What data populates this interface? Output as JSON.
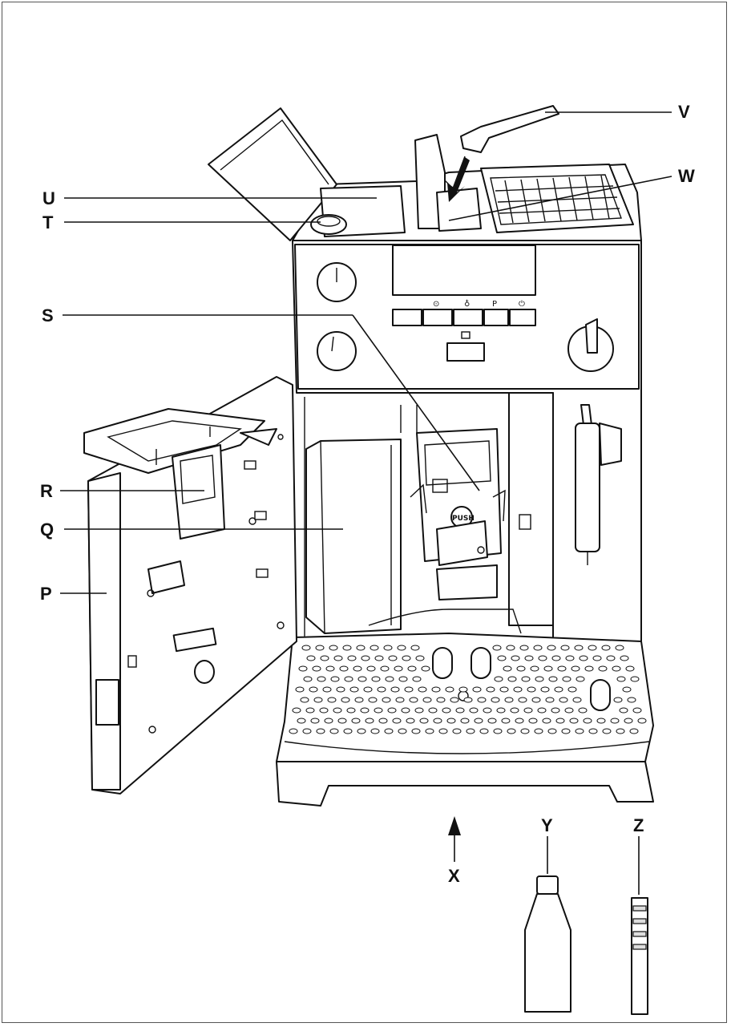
{
  "diagram": {
    "callouts": {
      "V": "V",
      "W": "W",
      "U": "U",
      "T": "T",
      "S": "S",
      "R": "R",
      "Q": "Q",
      "P": "P",
      "X": "X",
      "Y": "Y",
      "Z": "Z"
    },
    "labels": {
      "push": "PUSH",
      "program_button": "P"
    },
    "colors": {
      "line": "#111111",
      "background": "#ffffff",
      "frame": "#555555"
    }
  }
}
